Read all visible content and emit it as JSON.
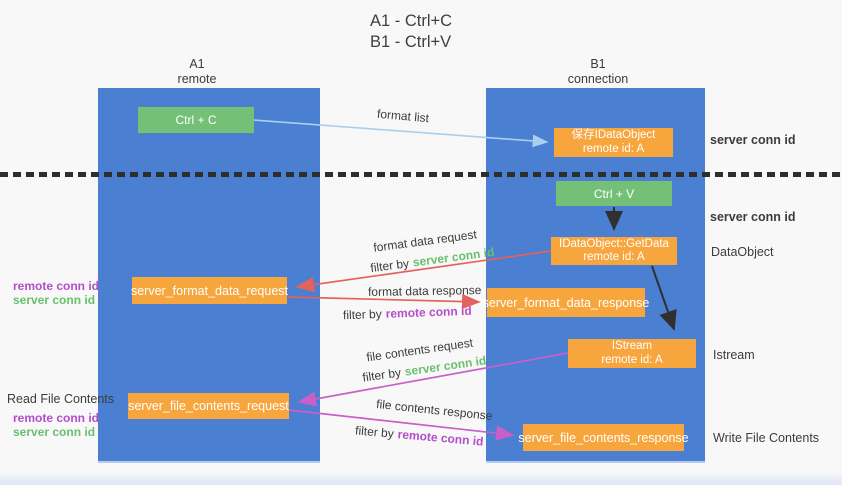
{
  "title": {
    "line1": "A1 - Ctrl+C",
    "line2": "B1 - Ctrl+V"
  },
  "lanes": {
    "left": {
      "name": "A1",
      "role": "remote"
    },
    "right": {
      "name": "B1",
      "role": "connection"
    }
  },
  "boxes": {
    "ctrl_c": {
      "label": "Ctrl + C"
    },
    "ctrl_v": {
      "label": "Ctrl + V"
    },
    "save_dataobject": {
      "line1": "保存IDataObject",
      "line2": "remote id: A"
    },
    "getdata": {
      "line1": "IDataObject::GetData",
      "line2": "remote id: A"
    },
    "istream": {
      "line1": "IStream",
      "line2": "remote id: A"
    },
    "format_request": {
      "label": "server_format_data_request"
    },
    "format_response": {
      "label": "server_format_data_response"
    },
    "file_request": {
      "label": "server_file_contents_request"
    },
    "file_response": {
      "label": "server_file_contents_response"
    }
  },
  "arrows": {
    "format_list": {
      "label": "format list"
    },
    "format_data_request": {
      "label": "format data request",
      "filter_prefix": "filter by",
      "filter_term": "server conn id"
    },
    "format_data_response": {
      "label": "format data response",
      "filter_prefix": "filter by",
      "filter_term": "remote conn id"
    },
    "file_contents_request": {
      "label": "file contents request",
      "filter_prefix": "filter by",
      "filter_term": "server conn id"
    },
    "file_contents_response": {
      "label": "file contents response",
      "filter_prefix": "filter by",
      "filter_term": "remote conn id"
    }
  },
  "annotations": {
    "right_top_server_conn_id": "server conn id",
    "right_mid_server_conn_id": "server conn id",
    "dataobject": "DataObject",
    "istream": "Istream",
    "write_file_contents": "Write File Contents",
    "read_file_contents": "Read File Contents",
    "left_top": {
      "remote_conn_id": "remote conn id",
      "server_conn_id": "server conn id"
    },
    "left_bottom": {
      "remote_conn_id": "remote conn id",
      "server_conn_id": "server conn id"
    }
  },
  "colors": {
    "lane_blue": "#4a7fd2",
    "box_green": "#74c077",
    "box_orange": "#f7a63e",
    "arrow_red": "#e4625c",
    "arrow_magenta": "#c95fc9",
    "arrow_light_blue": "#aacfec",
    "arrow_black": "#303030",
    "text_green": "#6abf6e",
    "text_purple": "#b44ecb",
    "text_dark": "#3c3c3c"
  }
}
